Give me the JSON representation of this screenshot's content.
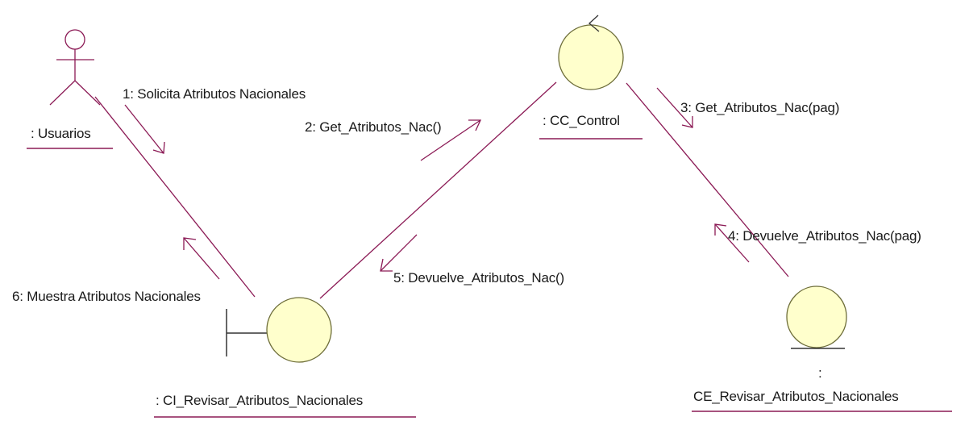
{
  "colors": {
    "line": "#8b1a55",
    "object_fill": "#ffffcc",
    "object_stroke": "#6e6e3a",
    "actor_stroke": "#8b1a55",
    "text": "#1a1a1a"
  },
  "actor": {
    "icon": "stick-figure-actor-icon",
    "label": ": Usuarios"
  },
  "objects": {
    "control": {
      "label": ": CC_Control",
      "icon": "control-object-icon"
    },
    "boundary": {
      "label": ": CI_Revisar_Atributos_Nacionales",
      "icon": "boundary-object-icon"
    },
    "entity": {
      "label_prefix": ":",
      "label": "CE_Revisar_Atributos_Nacionales",
      "icon": "entity-object-icon"
    }
  },
  "messages": [
    {
      "label": "1: Solicita Atributos Nacionales"
    },
    {
      "label": "2: Get_Atributos_Nac()"
    },
    {
      "label": "3: Get_Atributos_Nac(pag)"
    },
    {
      "label": "4: Devuelve_Atributos_Nac(pag)"
    },
    {
      "label": "5: Devuelve_Atributos_Nac()"
    },
    {
      "label": "6: Muestra Atributos Nacionales"
    }
  ]
}
